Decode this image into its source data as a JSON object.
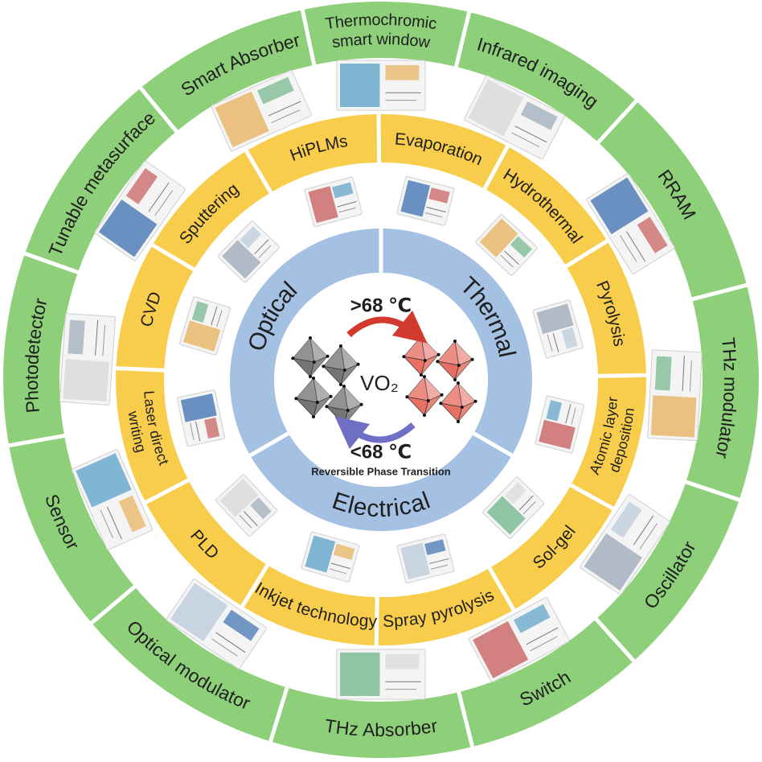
{
  "outer_ring": {
    "color": "#8ecf7a",
    "items": [
      {
        "name": "thermochromic",
        "lines": [
          "Thermochromic",
          "smart window"
        ],
        "angle": 0
      },
      {
        "name": "infrared",
        "lines": [
          "Infrared imaging"
        ],
        "angle": 27
      },
      {
        "name": "rram",
        "lines": [
          "RRAM"
        ],
        "angle": 58
      },
      {
        "name": "thz-modulator",
        "lines": [
          "THz modulator"
        ],
        "angle": 93
      },
      {
        "name": "oscillator",
        "lines": [
          "Oscillator"
        ],
        "angle": 124
      },
      {
        "name": "switch",
        "lines": [
          "Switch"
        ],
        "angle": 152
      },
      {
        "name": "thz-absorber",
        "lines": [
          "THz Absorber"
        ],
        "angle": 180
      },
      {
        "name": "optical-modulator",
        "lines": [
          "Optical modulator"
        ],
        "angle": 214
      },
      {
        "name": "sensor",
        "lines": [
          "Sensor"
        ],
        "angle": 246
      },
      {
        "name": "photodetector",
        "lines": [
          "Photodetector"
        ],
        "angle": 274
      },
      {
        "name": "tunable-metasurface",
        "lines": [
          "Tunable metasurface"
        ],
        "angle": 305
      },
      {
        "name": "smart-absorber",
        "lines": [
          "Smart Absorber"
        ],
        "angle": 336
      }
    ]
  },
  "middle_ring": {
    "color": "#f9cd4c",
    "items": [
      {
        "name": "evaporation",
        "lines": [
          "Evaporation"
        ],
        "angle": 14
      },
      {
        "name": "hydrothermal",
        "lines": [
          "Hydrothermal"
        ],
        "angle": 43
      },
      {
        "name": "pyrolysis",
        "lines": [
          "Pyrolysis"
        ],
        "angle": 74
      },
      {
        "name": "atomic-layer-deposition",
        "lines": [
          "Atomic layer",
          "deposition"
        ],
        "angle": 104
      },
      {
        "name": "sol-gel",
        "lines": [
          "Sol-gel"
        ],
        "angle": 134
      },
      {
        "name": "spray-pyrolysis",
        "lines": [
          "Spray pyrolysis"
        ],
        "angle": 166
      },
      {
        "name": "inkjet-technology",
        "lines": [
          "Inkjet technology"
        ],
        "angle": 196
      },
      {
        "name": "pld",
        "lines": [
          "PLD"
        ],
        "angle": 227
      },
      {
        "name": "laser-direct-writing",
        "lines": [
          "Laser direct",
          "writing"
        ],
        "angle": 258
      },
      {
        "name": "cvd",
        "lines": [
          "CVD"
        ],
        "angle": 287
      },
      {
        "name": "sputtering",
        "lines": [
          "Sputtering"
        ],
        "angle": 314
      },
      {
        "name": "hiplms",
        "lines": [
          "HiPLMs"
        ],
        "angle": 345
      }
    ]
  },
  "inner_ring": {
    "color": "#a4c1e4",
    "items": [
      {
        "name": "optical",
        "label": "Optical",
        "angle": 300
      },
      {
        "name": "thermal",
        "label": "Thermal",
        "angle": 60
      },
      {
        "name": "electrical",
        "label": "Electrical",
        "angle": 180
      }
    ]
  },
  "center": {
    "compound": "VO₂",
    "heating_label": ">68 ℃",
    "cooling_label": "<68 ℃",
    "caption": "Reversible Phase Transition",
    "insulating_color": "#6e6e6e",
    "metallic_color": "#e8685a",
    "arrow_heat_color": "#d23a2e",
    "arrow_cool_color": "#6f6fc6"
  }
}
